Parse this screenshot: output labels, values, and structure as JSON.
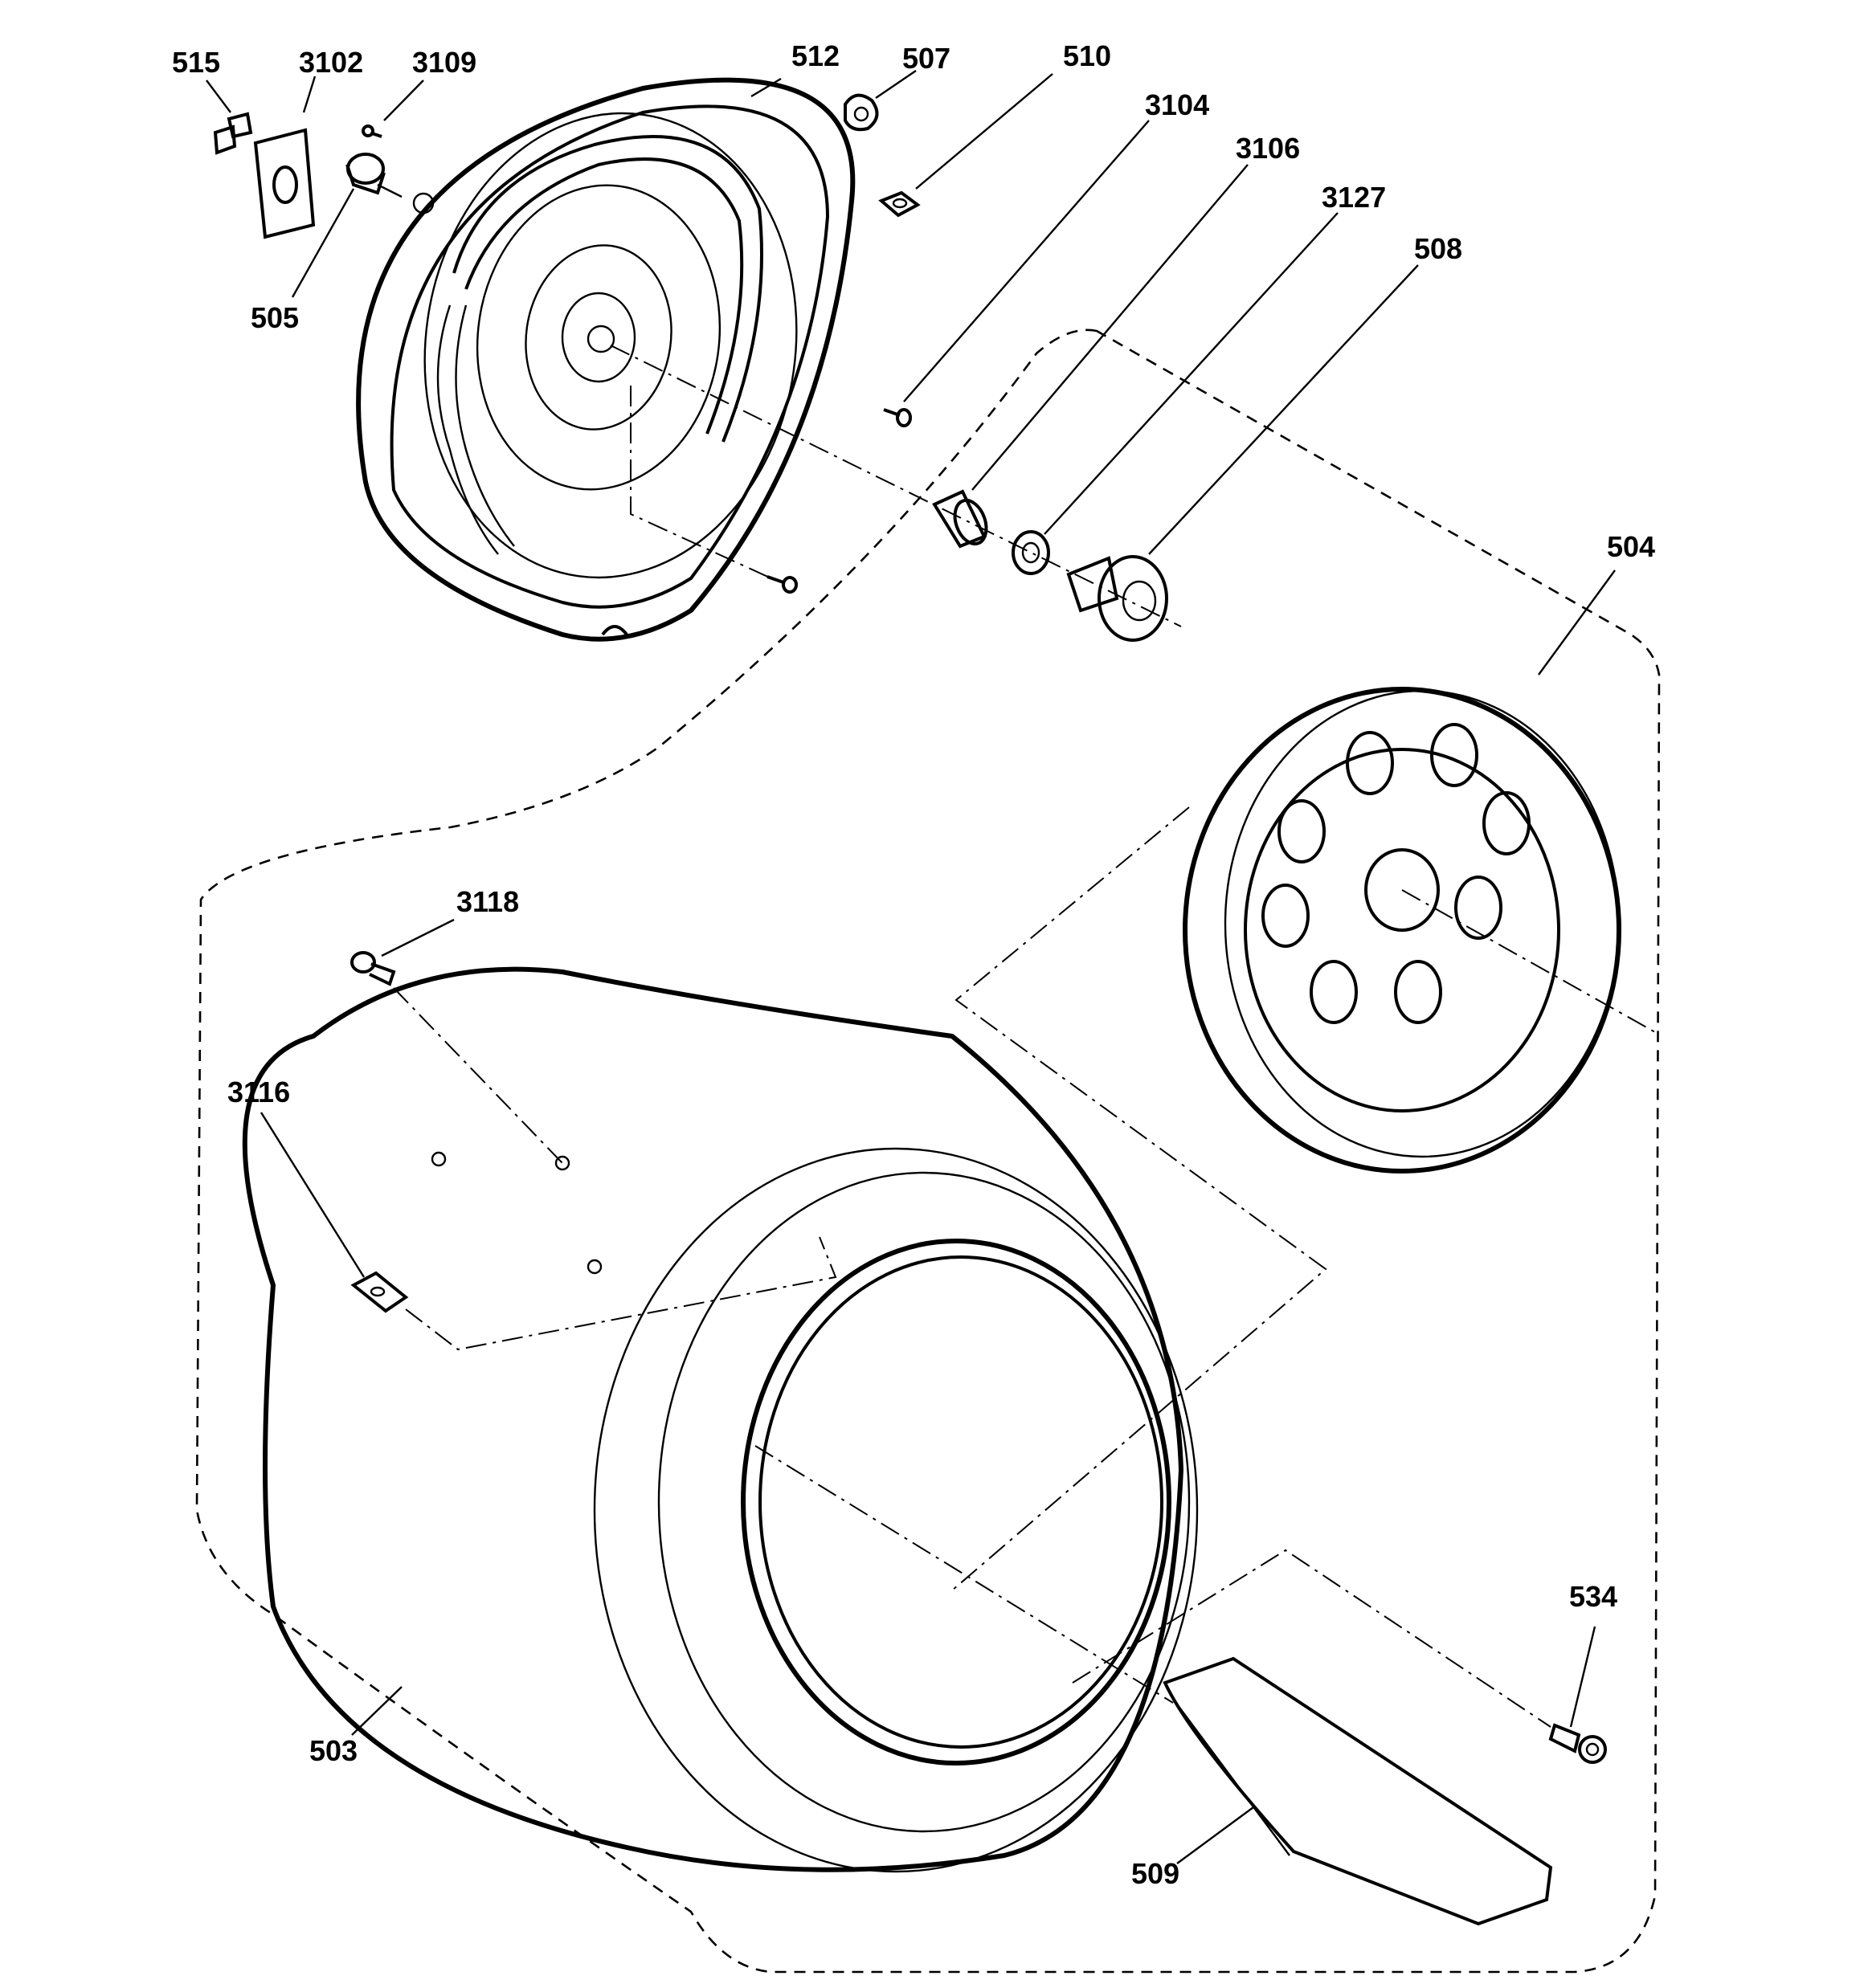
{
  "diagram": {
    "labels": {
      "p515": "515",
      "p3102": "3102",
      "p3109": "3109",
      "p512": "512",
      "p507": "507",
      "p510": "510",
      "p3104": "3104",
      "p3106": "3106",
      "p3127": "3127",
      "p508": "508",
      "p505": "505",
      "p504": "504",
      "p3118": "3118",
      "p3116": "3116",
      "p503": "503",
      "p534": "534",
      "p509": "509"
    },
    "colors": {
      "line": "#000000",
      "background": "#ffffff"
    }
  }
}
